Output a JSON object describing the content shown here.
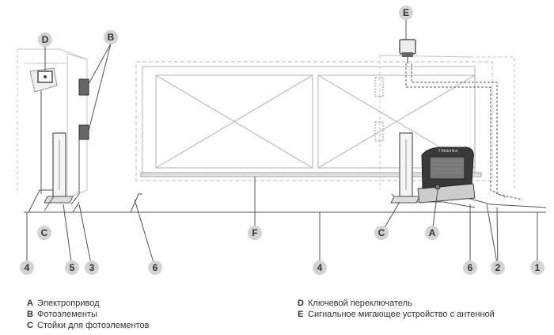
{
  "callouts": {
    "A": "A",
    "B": "B",
    "C": "C",
    "D": "D",
    "E": "E",
    "F": "F",
    "n1": "1",
    "n2": "2",
    "n3": "3",
    "n4": "4",
    "n5": "5",
    "n6": "6"
  },
  "legend": {
    "left": [
      {
        "key": "A",
        "text": "Электропривод"
      },
      {
        "key": "B",
        "text": "Фотоэлементы"
      },
      {
        "key": "C",
        "text": "Стойки для фотоэлементов"
      }
    ],
    "right": [
      {
        "key": "D",
        "text": "Ключевой переключатель"
      },
      {
        "key": "E",
        "text": "Сигнальное мигающее устройство с антенной"
      }
    ]
  },
  "motor_brand": "T-Motorline",
  "colors": {
    "line": "#555555",
    "light_line": "#bdbdbd",
    "callout_fill": "#d3d3d3",
    "device_dark": "#444444"
  }
}
